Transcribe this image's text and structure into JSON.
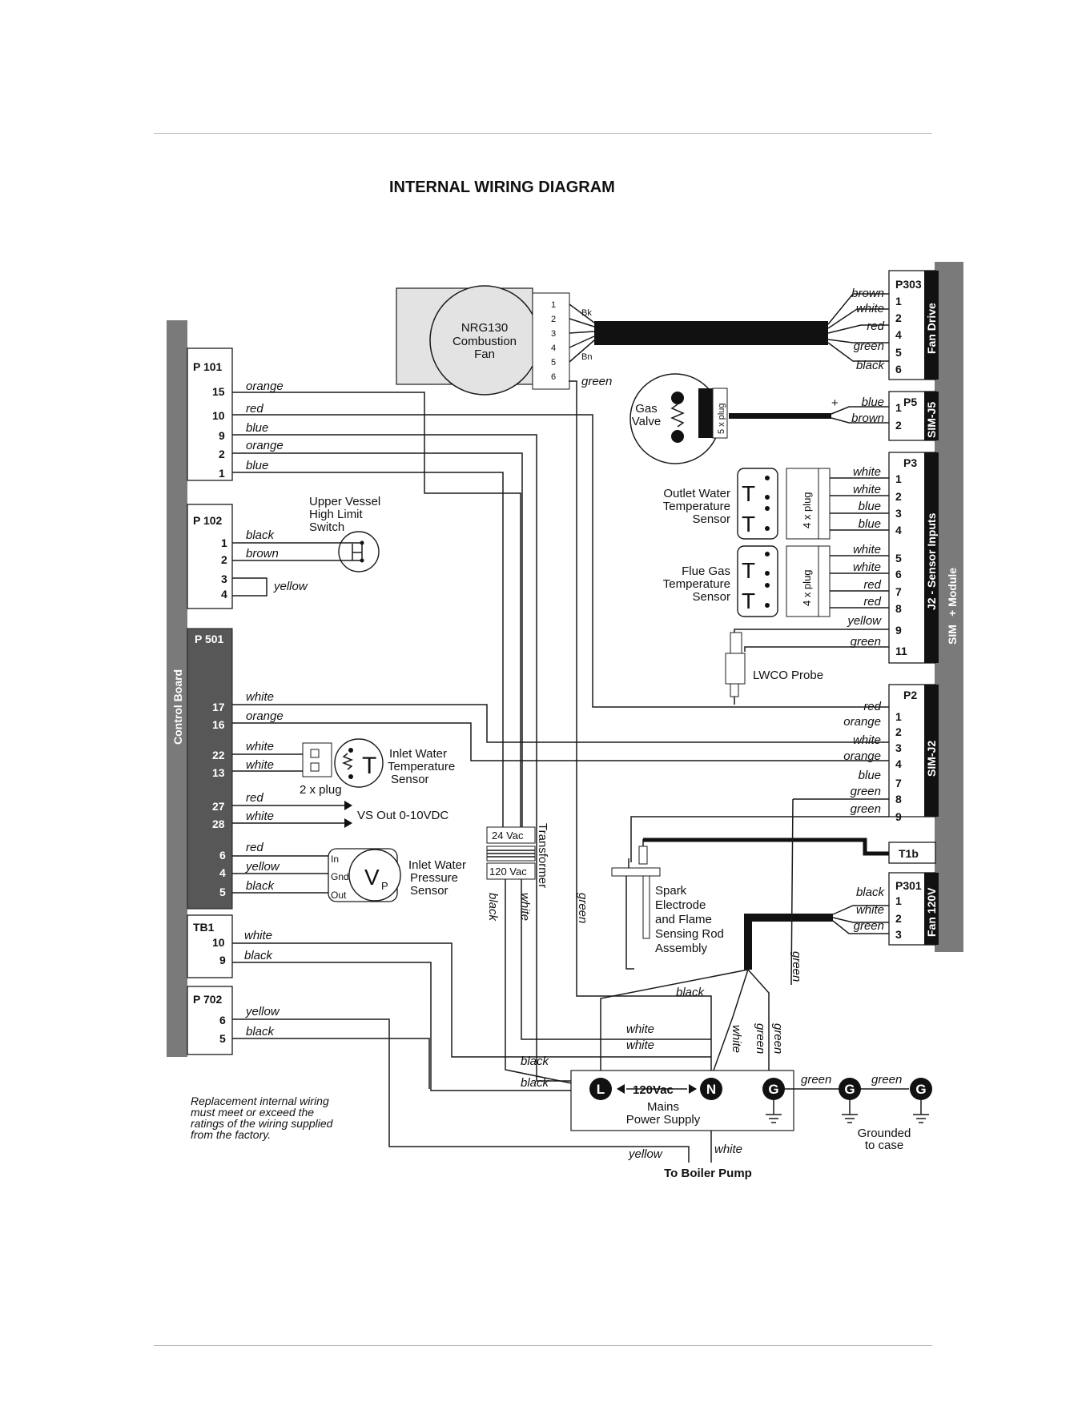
{
  "title": "INTERNAL WIRING DIAGRAM",
  "control_board": {
    "label": "Control Board",
    "p101": {
      "label": "P 101",
      "pins": [
        "15",
        "10",
        "9",
        "2",
        "1"
      ],
      "wires": [
        "orange",
        "red",
        "blue",
        "orange",
        "blue"
      ]
    },
    "p102": {
      "label": "P 102",
      "pins": [
        "1",
        "2",
        "3",
        "4"
      ],
      "wires": [
        "black",
        "brown"
      ],
      "jumper": "yellow"
    },
    "p501": {
      "label": "P 501",
      "pins": [
        "17",
        "16",
        "22",
        "13",
        "27",
        "28",
        "6",
        "4",
        "5"
      ],
      "wires": [
        "white",
        "orange",
        "white",
        "white",
        "red",
        "white",
        "red",
        "yellow",
        "black"
      ]
    },
    "tb1": {
      "label": "TB1",
      "pins": [
        "10",
        "9"
      ],
      "wires": [
        "white",
        "black"
      ]
    },
    "p702": {
      "label": "P 702",
      "pins": [
        "6",
        "5"
      ],
      "wires": [
        "yellow",
        "black"
      ]
    }
  },
  "components": {
    "fan": {
      "line1": "NRG130",
      "line2": "Combustion",
      "line3": "Fan",
      "pins": [
        "1",
        "2",
        "3",
        "4",
        "5",
        "6"
      ],
      "bk": "Bk",
      "bn": "Bn",
      "ground_wire": "green"
    },
    "gas_valve": {
      "line1": "Gas",
      "line2": "Valve",
      "plug": "5 x plug",
      "plus": "+"
    },
    "high_limit": {
      "line1": "Upper Vessel",
      "line2": "High Limit",
      "line3": "Switch"
    },
    "outlet_sensor": {
      "line1": "Outlet Water",
      "line2": "Temperature",
      "line3": "Sensor",
      "plug": "4 x plug"
    },
    "flue_sensor": {
      "line1": "Flue Gas",
      "line2": "Temperature",
      "line3": "Sensor",
      "plug": "4 x plug"
    },
    "lwco": {
      "label": "LWCO Probe"
    },
    "inlet_temp": {
      "line1": "Inlet Water",
      "line2": "Temperature",
      "line3": "Sensor",
      "plug": "2 x plug"
    },
    "vs_out": {
      "label": "VS Out 0-10VDC"
    },
    "pressure": {
      "line1": "Inlet Water",
      "line2": "Pressure",
      "line3": "Sensor",
      "in": "In",
      "gnd": "Gnd",
      "out": "Out"
    },
    "transformer": {
      "label": "Transformer",
      "v24": "24 Vac",
      "v120": "120 Vac",
      "wire_black": "black",
      "wire_white": "white"
    },
    "spark": {
      "line1": "Spark",
      "line2": "Electrode",
      "line3": "and Flame",
      "line4": "Sensing Rod",
      "line5": "Assembly"
    },
    "mains": {
      "voltage": "120Vac",
      "line1": "Mains",
      "line2": "Power Supply",
      "L": "L",
      "N": "N",
      "G": "G"
    },
    "grounded": {
      "line1": "Grounded",
      "line2": "to case"
    },
    "boiler_pump": {
      "label": "To Boiler Pump"
    }
  },
  "sim": {
    "label_sim": "SIM",
    "label_module": "+ Module",
    "p303": {
      "label": "P303",
      "side": "Fan Drive",
      "pins": [
        "1",
        "2",
        "4",
        "5",
        "6"
      ],
      "wires": [
        "brown",
        "white",
        "red",
        "green",
        "black"
      ]
    },
    "p5": {
      "label": "P5",
      "side": "SIM-J5",
      "pins": [
        "1",
        "2"
      ],
      "wires": [
        "blue",
        "brown"
      ]
    },
    "p3": {
      "label": "P3",
      "side": "J2 - Sensor Inputs",
      "pins": [
        "1",
        "2",
        "3",
        "4",
        "5",
        "6",
        "7",
        "8",
        "9",
        "11"
      ],
      "wires": [
        "white",
        "white",
        "blue",
        "blue",
        "white",
        "white",
        "red",
        "red",
        "yellow",
        "green"
      ]
    },
    "p2": {
      "label": "P2",
      "side": "SIM-J2",
      "pins": [
        "1",
        "2",
        "3",
        "4",
        "7",
        "8",
        "9"
      ],
      "wires": [
        "red",
        "orange",
        "white",
        "orange",
        "blue",
        "green",
        "green"
      ]
    },
    "t1b": {
      "label": "T1b"
    },
    "p301": {
      "label": "P301",
      "side": "Fan 120V",
      "pins": [
        "1",
        "2",
        "3"
      ],
      "wires": [
        "black",
        "white",
        "green"
      ]
    }
  },
  "mains_wires": {
    "black": "black",
    "white": "white",
    "green": "green",
    "yellow": "yellow"
  },
  "note": {
    "line1": "Replacement internal wiring",
    "line2": "must meet or exceed the",
    "line3": "ratings of the wiring supplied",
    "line4": "from the factory."
  }
}
